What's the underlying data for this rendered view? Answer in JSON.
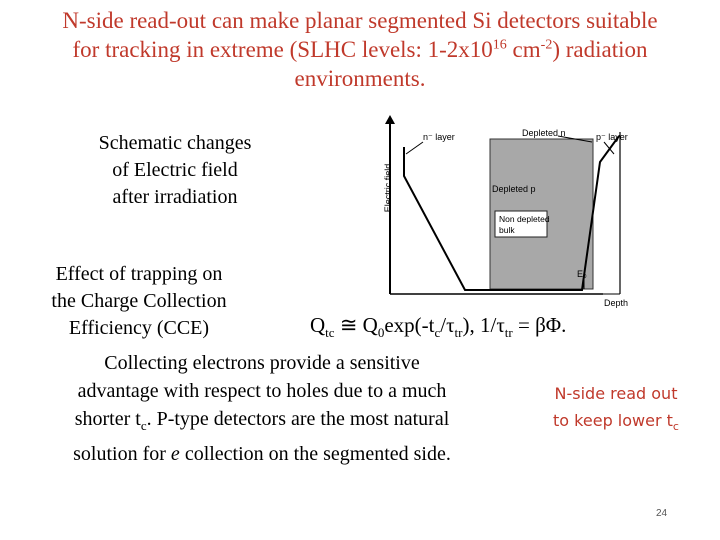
{
  "slide": {
    "title": {
      "line1": "N-side read-out can make planar segmented Si detectors suitable",
      "line2_pre": "for tracking in extreme (SLHC levels: 1-2x10",
      "line2_exp1": "16",
      "line2_mid": " cm",
      "line2_exp2": "-2",
      "line2_post": ") radiation",
      "line3": "environments."
    },
    "schematic_label": {
      "line1": "Schematic changes",
      "line2": "of Electric field",
      "line3": "after irradiation"
    },
    "trapping_label": {
      "line1": "Effect of trapping on",
      "line2": "the Charge Collection",
      "line3": "Efficiency (CCE)"
    },
    "formula": {
      "q": "Q",
      "tc_sub": "tc",
      "approx": " ≅ Q",
      "zero_sub": "0",
      "exp": "exp(-t",
      "c_sub": "c",
      "slash_tau": "/τ",
      "tr_sub1": "tr",
      "mid": "), 1/τ",
      "tr_sub2": "tr",
      "end": " = βΦ."
    },
    "body": {
      "line1": "Collecting electrons provide a sensitive",
      "line2": "advantage with respect to holes due to a much",
      "line3_pre": "shorter t",
      "line3_sub": "c",
      "line3_post": ". P-type detectors are the most natural",
      "line4_pre": "solution for ",
      "line4_em": "e",
      "line4_post": " collection on the segmented side."
    },
    "note": {
      "line1": "N-side read out",
      "line2_pre": "to keep lower t",
      "line2_sub": "c"
    },
    "page_number": "24",
    "colors": {
      "title": "#c0392b",
      "note": "#c0392b",
      "depleted_fill": "#a8a8a8"
    }
  },
  "figure": {
    "y_axis_label": "Electric field",
    "x_axis_label": "Depth",
    "labels": {
      "n_layer": "n⁻ layer",
      "depleted_n": "Depleted n",
      "p_layer": "p⁻ layer",
      "depleted_p": "Depleted p",
      "non_depleted_line1": "Non depleted",
      "non_depleted_line2": "bulk",
      "e0": "E₀"
    }
  }
}
